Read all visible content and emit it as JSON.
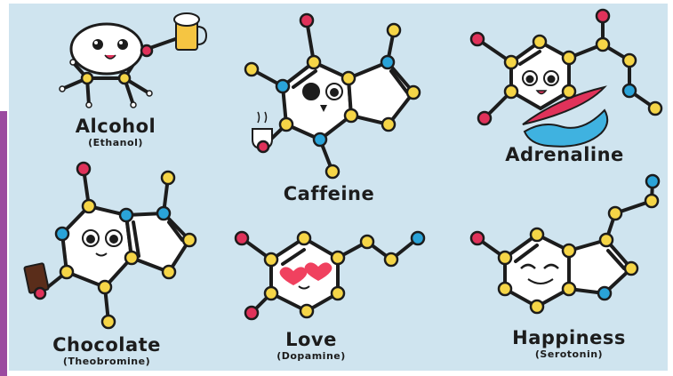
{
  "molecules": [
    {
      "name": "Alcohol",
      "sub": "(Ethanol)"
    },
    {
      "name": "Caffeine",
      "sub": ""
    },
    {
      "name": "Adrenaline",
      "sub": ""
    },
    {
      "name": "Chocolate",
      "sub": "(Theobromine)"
    },
    {
      "name": "Love",
      "sub": "(Dopamine)"
    },
    {
      "name": "Happiness",
      "sub": "(Serotonin)"
    }
  ],
  "colors": {
    "background": "#cfe4ef",
    "accent_bar": "#9b4aa0",
    "atom_yellow": "#f5d547",
    "atom_red": "#e0325a",
    "atom_blue": "#2aa3d8",
    "outline": "#1c1c1c",
    "heart": "#f0415f",
    "wave": "#3fb2e0"
  },
  "icons": [
    "beer-mug-icon",
    "coffee-cup-icon",
    "surfboard-icon",
    "wave-icon",
    "chocolate-bar-icon",
    "heart-eyes-icon"
  ]
}
